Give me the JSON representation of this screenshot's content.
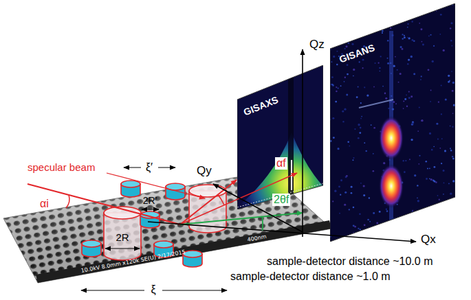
{
  "diagram": {
    "nodes": [
      {
        "text": [
          "GISAXS"
        ]
      },
      {
        "text": [
          "GISANS"
        ]
      }
    ],
    "labels": [
      "Qz",
      "Qy",
      "Qx",
      "specular beam",
      "αi",
      "αf",
      "2θf",
      "ξ′",
      "2R′",
      "2R",
      "ξ",
      "10.0kV 8.0mm x120k SE(U) 2/17/2015",
      "400nm",
      "sample-detector distance ~10.0 m",
      "sample-detector distance ~1.0 m"
    ]
  }
}
